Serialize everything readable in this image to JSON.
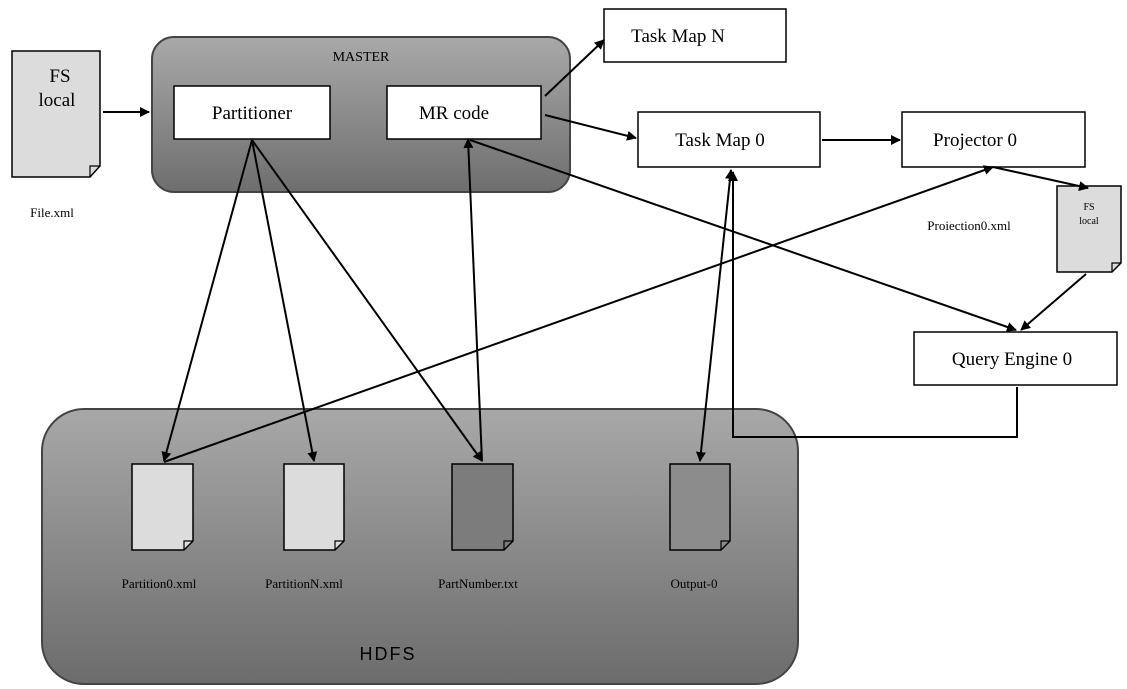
{
  "master": {
    "label": "MASTER"
  },
  "hdfs": {
    "label": "HDFS"
  },
  "fs_local_file": {
    "doc_label": [
      "FS",
      "local"
    ],
    "caption": "File.xml"
  },
  "partitioner": {
    "label": "Partitioner"
  },
  "mr_code": {
    "label": "MR code"
  },
  "task_map_n": {
    "label": "Task Map N"
  },
  "task_map_0": {
    "label": "Task Map 0"
  },
  "projector_0": {
    "label": "Projector 0"
  },
  "projection_file": {
    "doc_label": [
      "FS",
      "local"
    ],
    "caption": "Proiection0.xml"
  },
  "query_engine_0": {
    "label": "Query Engine 0"
  },
  "hdfs_files": [
    {
      "caption": "Partition0.xml",
      "shade": "#dcdcdc"
    },
    {
      "caption": "PartitionN.xml",
      "shade": "#dcdcdc"
    },
    {
      "caption": "PartNumber.txt",
      "shade": "#7c7c7c"
    },
    {
      "caption": "Output-0",
      "shade": "#8c8c8c"
    }
  ],
  "colors": {
    "container_light": "#a8a8a8",
    "container_dark": "#6a6a6a",
    "doc_light": "#dcdcdc"
  }
}
